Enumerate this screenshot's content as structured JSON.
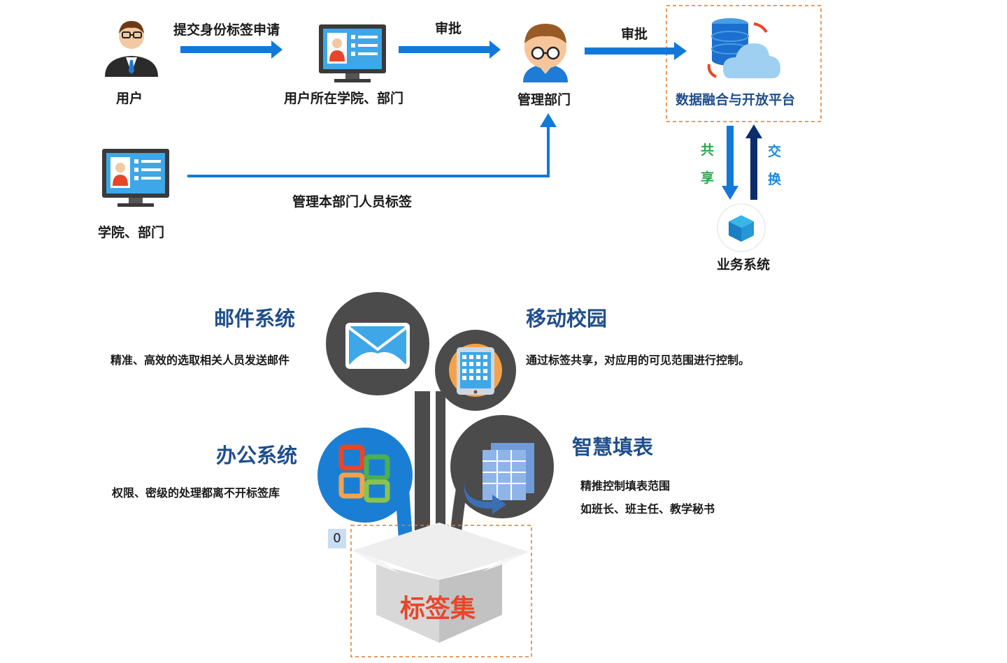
{
  "top_flow": {
    "user_label": "用户",
    "submit_label": "提交身份标签申请",
    "college_dept_label": "用户所在学院、部门",
    "approve_label_1": "审批",
    "admin_dept_label": "管理部门",
    "approve_label_2": "审批",
    "platform_label": "数据融合与开放平台",
    "share_chars": [
      "共",
      "享"
    ],
    "exchange_chars": [
      "交",
      "换"
    ],
    "business_label": "业务系统",
    "college_label": "学院、部门",
    "manage_tags_label": "管理本部门人员标签"
  },
  "apps": {
    "mail": {
      "title": "邮件系统",
      "desc": "精准、高效的选取相关人员发送邮件"
    },
    "mobile": {
      "title": "移动校园",
      "desc": "通过标签共享，对应用的可见范围进行控制。"
    },
    "office": {
      "title": "办公系统",
      "desc": "权限、密级的处理都离不开标签库"
    },
    "form": {
      "title": "智慧填表",
      "desc_lines": [
        "精推控制填表范围",
        "如班长、班主任、教学秘书"
      ]
    }
  },
  "tag_box": {
    "label": "标签集",
    "badge": "0"
  },
  "colors": {
    "arrow_blue": "#1279d8",
    "dark_navy": "#0c2d6b",
    "heading_blue": "#1f4e8c",
    "share_green": "#2aa84a",
    "exchange_blue": "#1a8ae0",
    "circle_dark": "#4b4b4b",
    "circle_blue": "#1a7fd4",
    "tag_red": "#e8462a",
    "dashed_orange": "#e07b2c"
  }
}
